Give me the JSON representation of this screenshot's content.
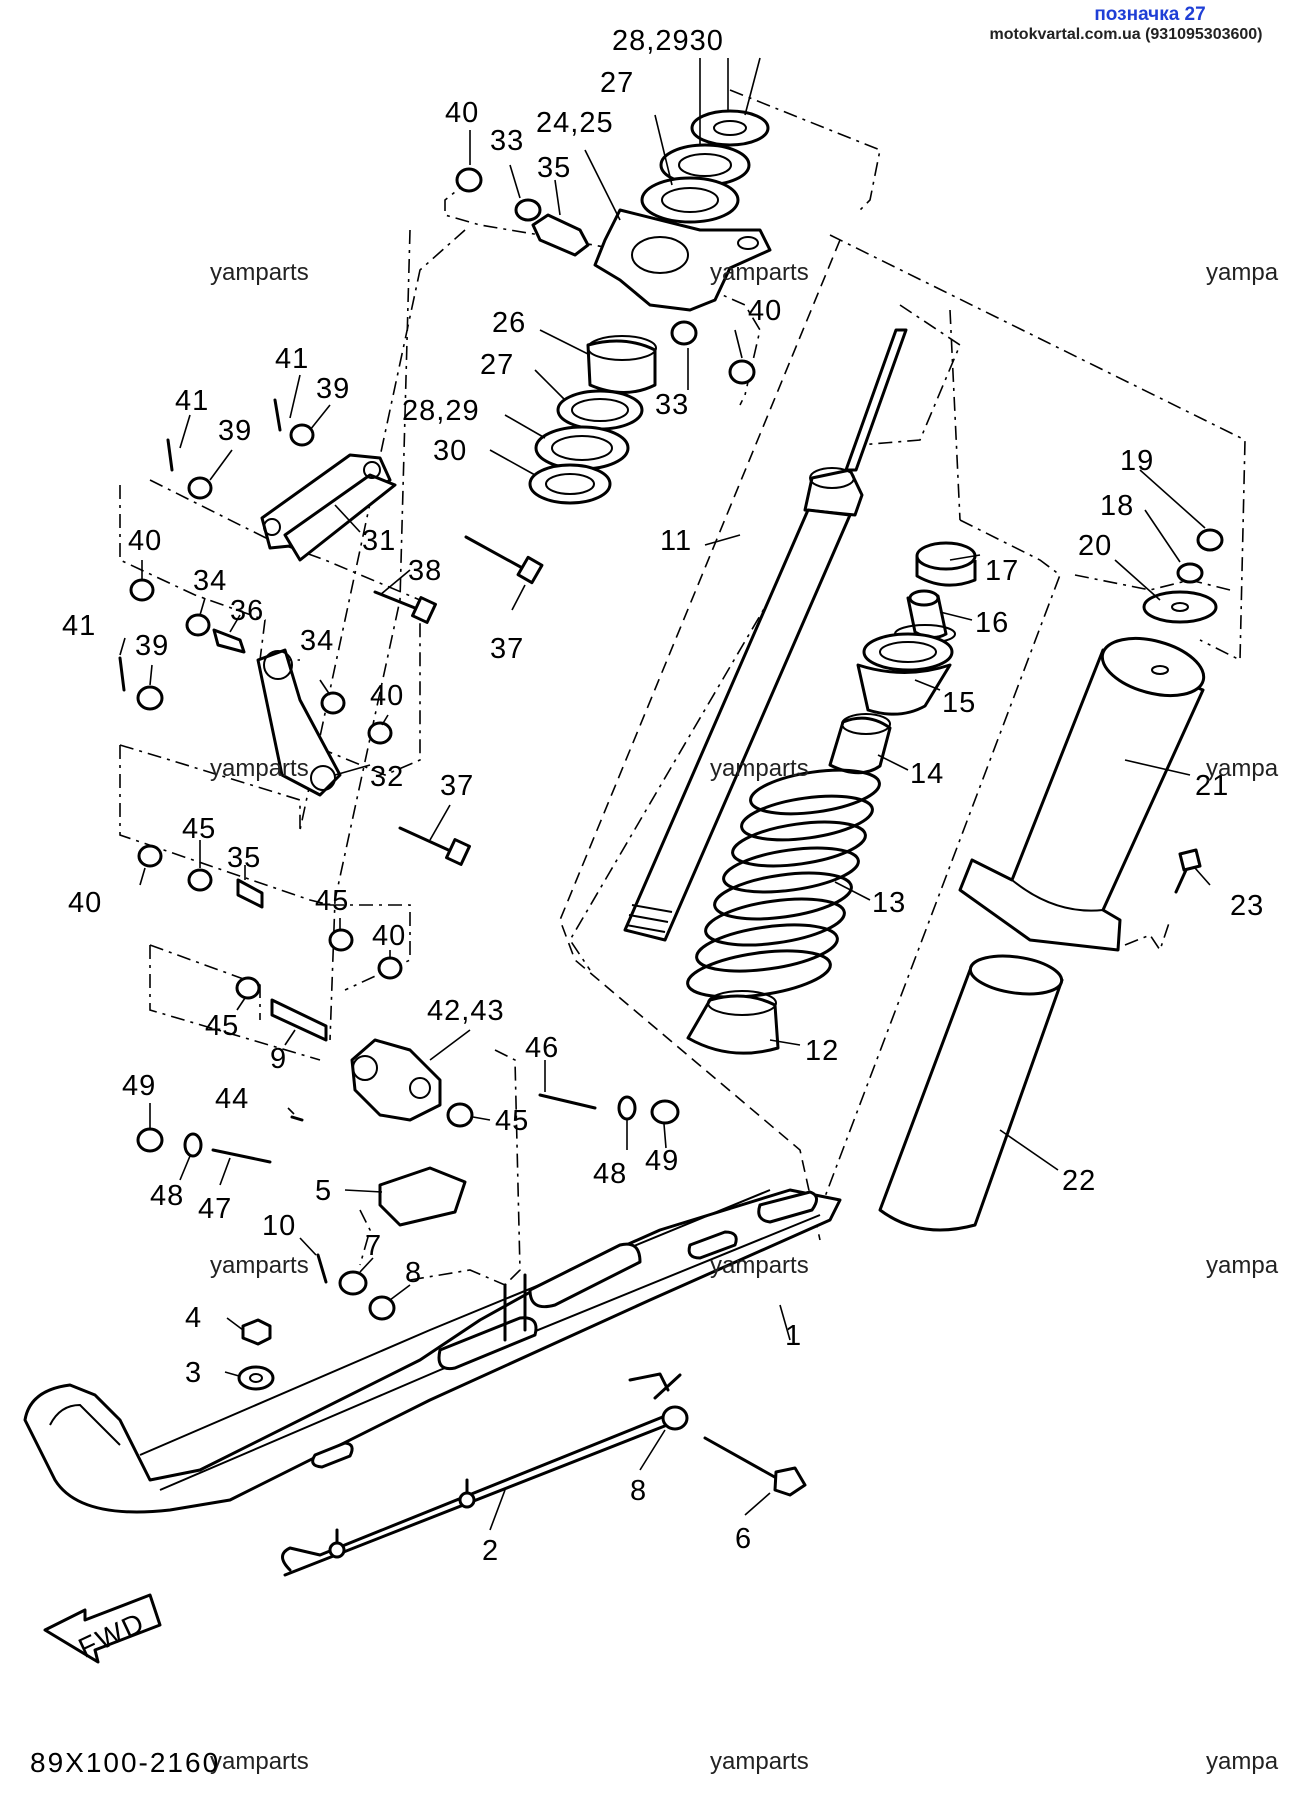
{
  "header": {
    "title": "позначка 27",
    "source": "motokvartal.com.ua (931095303600)"
  },
  "part_number": "89X100-2160",
  "watermark": "yamparts",
  "watermark_partial": "yampa",
  "fwd_label": "FWD",
  "callouts": {
    "c1": "1",
    "c2": "2",
    "c3": "3",
    "c4": "4",
    "c5": "5",
    "c6": "6",
    "c7": "7",
    "c8a": "8",
    "c8b": "8",
    "c9": "9",
    "c10": "10",
    "c11": "11",
    "c12": "12",
    "c13": "13",
    "c14": "14",
    "c15": "15",
    "c16": "16",
    "c17": "17",
    "c18": "18",
    "c19": "19",
    "c20": "20",
    "c21": "21",
    "c22": "22",
    "c23": "23",
    "c24_25": "24,25",
    "c26": "26",
    "c27a": "27",
    "c27b": "27",
    "c28_29_30": "28,2930",
    "c28_29": "28,29",
    "c30": "30",
    "c31": "31",
    "c32": "32",
    "c33a": "33",
    "c33b": "33",
    "c34a": "34",
    "c34b": "34",
    "c35a": "35",
    "c35b": "35",
    "c36": "36",
    "c37a": "37",
    "c37b": "37",
    "c38": "38",
    "c39a": "39",
    "c39b": "39",
    "c39c": "39",
    "c40a": "40",
    "c40b": "40",
    "c40c": "40",
    "c40d": "40",
    "c40e": "40",
    "c40f": "40",
    "c41a": "41",
    "c41b": "41",
    "c41c": "41",
    "c42_43": "42,43",
    "c44": "44",
    "c45a": "45",
    "c45b": "45",
    "c45c": "45",
    "c45d": "45",
    "c46": "46",
    "c47": "47",
    "c48a": "48",
    "c48b": "48",
    "c49a": "49",
    "c49b": "49"
  }
}
